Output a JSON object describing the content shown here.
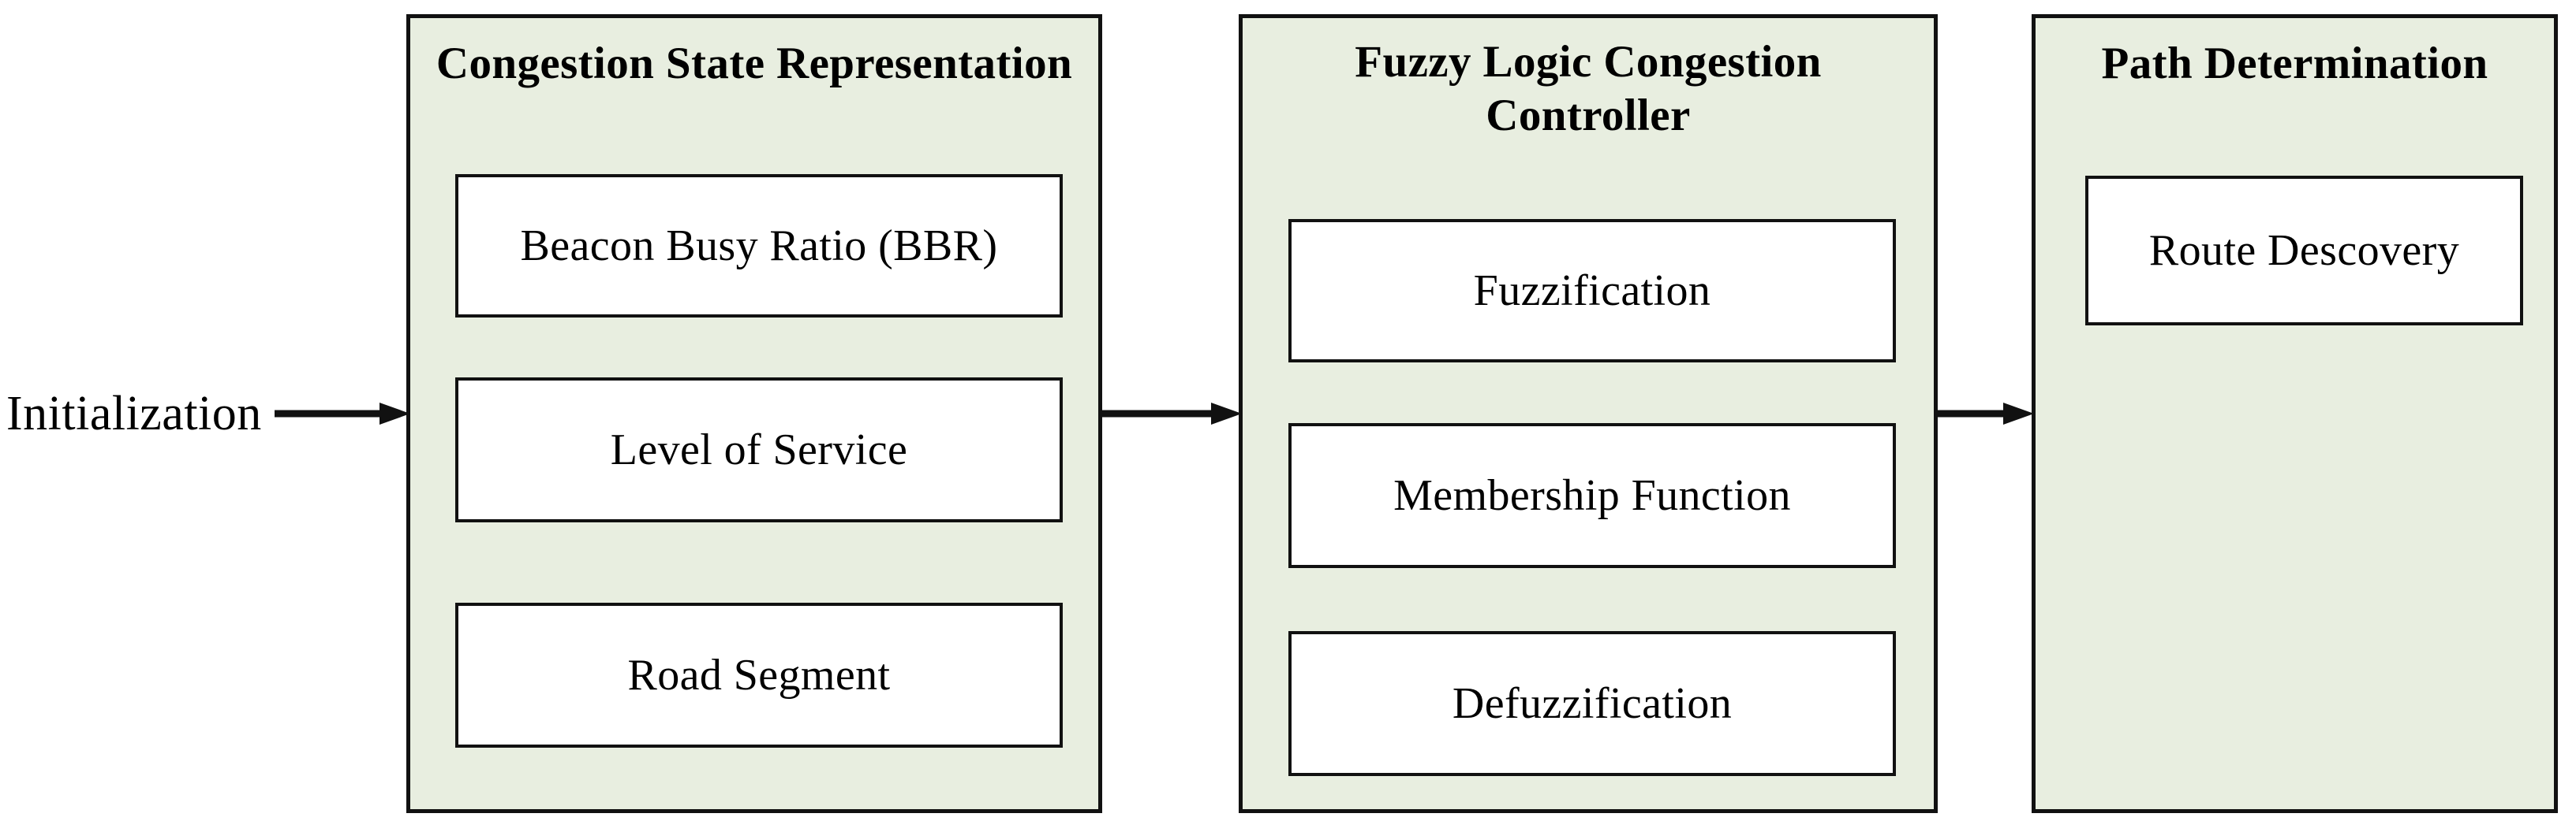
{
  "diagram": {
    "title": "Fuzzy Logic Congestion Control Flow",
    "type": "block-flow-diagram",
    "entry": {
      "label": "Initialization",
      "icon": "start-label"
    },
    "colors": {
      "panel_fill": "#e8eee0",
      "panel_border": "#111111",
      "box_fill": "#ffffff",
      "box_border": "#111111",
      "text": "#000000",
      "page_background": "#ffffff"
    },
    "stages": [
      {
        "id": "congestion-state-representation",
        "title": "Congestion State Representation",
        "title_lines": [
          "Congestion State Representation"
        ],
        "items": [
          {
            "id": "beacon-busy-ratio",
            "label": "Beacon Busy Ratio (BBR)"
          },
          {
            "id": "level-of-service",
            "label": "Level of Service"
          },
          {
            "id": "road-segment",
            "label": "Road Segment"
          }
        ]
      },
      {
        "id": "fuzzy-logic-congestion-controller",
        "title": "Fuzzy Logic Congestion Controller",
        "title_lines": [
          "Fuzzy Logic Congestion",
          "Controller"
        ],
        "items": [
          {
            "id": "fuzzification",
            "label": "Fuzzification"
          },
          {
            "id": "membership-function",
            "label": "Membership Function"
          },
          {
            "id": "defuzzification",
            "label": "Defuzzification"
          }
        ]
      },
      {
        "id": "path-determination",
        "title": "Path Determination",
        "title_lines": [
          "Path Determination"
        ],
        "items": [
          {
            "id": "route-descovery",
            "label": "Route Descovery"
          }
        ]
      }
    ],
    "connectors": [
      {
        "id": "arrow-init-to-congestion",
        "from": "Initialization",
        "to": "Congestion State Representation",
        "style": "solid-arrow-right"
      },
      {
        "id": "arrow-congestion-to-fuzzy",
        "from": "Congestion State Representation",
        "to": "Fuzzy Logic Congestion Controller",
        "style": "solid-arrow-right"
      },
      {
        "id": "arrow-fuzzy-to-path",
        "from": "Fuzzy Logic Congestion Controller",
        "to": "Path Determination",
        "style": "solid-arrow-right"
      }
    ]
  }
}
